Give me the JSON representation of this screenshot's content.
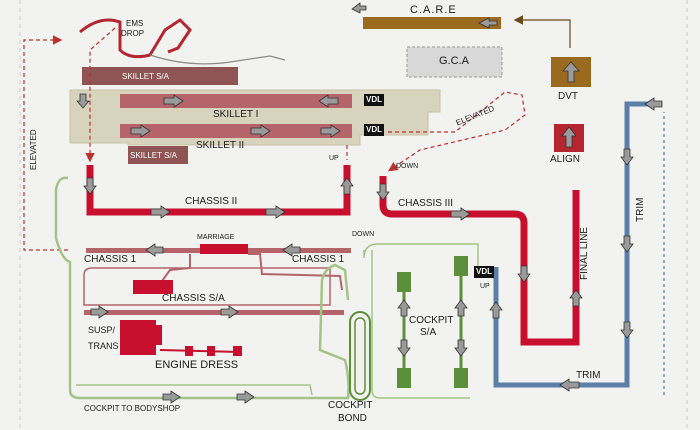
{
  "labels": {
    "care": "C.A.R.E",
    "gca": "G.C.A",
    "dvt": "DVT",
    "align": "ALIGN",
    "ems_drop_1": "EMS",
    "ems_drop_2": "DROP",
    "skillet_sa_top": "SKILLET S/A",
    "skillet_1": "SKILLET I",
    "skillet_2": "SKILLET II",
    "skillet_sa_bottom": "SKILLET S/A",
    "elevated_left": "ELEVATED",
    "elevated_right": "ELEVATED",
    "up_chassis2": "UP",
    "down_chassis3": "DOWN",
    "chassis_2": "CHASSIS II",
    "chassis_3": "CHASSIS III",
    "marriage": "MARRIAGE",
    "chassis_1_left": "CHASSIS 1",
    "chassis_1_right": "CHASSIS 1",
    "down_cockpit": "DOWN",
    "chassis_sa": "CHASSIS S/A",
    "cockpit_sa_1": "COCKPIT",
    "cockpit_sa_2": "S/A",
    "vdl_label": "VDL",
    "up_vdl": "UP",
    "final_line": "FINAL LINE",
    "trim_vertical": "TRIM",
    "trim_bottom": "TRIM",
    "susp_trans_1": "SUSP/",
    "susp_trans_2": "TRANS",
    "engine_dress": "ENGINE DRESS",
    "cockpit_to_bodyshop": "COCKPIT TO BODYSHOP",
    "cockpit_bond_1": "COCKPIT",
    "cockpit_bond_2": "BOND"
  },
  "colors": {
    "chassis_red": "#c8102e",
    "skillet_pink": "#b5646a",
    "skillet_dark": "#8f5454",
    "beige": "#d8d3bd",
    "green_line": "#5c8f3a",
    "green_light": "#a3c486",
    "blue_line": "#5b7fa6",
    "brown": "#9a6a1e",
    "arrow_gray": "#8e8e8e",
    "dashed_red": "#b8332c"
  }
}
